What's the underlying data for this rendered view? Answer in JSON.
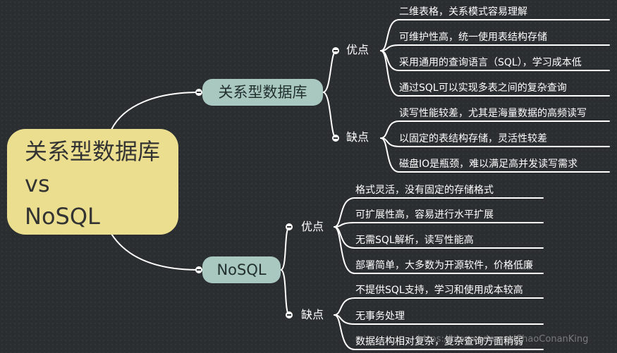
{
  "root": {
    "lines": [
      "关系型数据库",
      "vs",
      "NoSQL"
    ]
  },
  "branches": [
    {
      "label": "关系型数据库",
      "categories": [
        {
          "label": "优点",
          "items": [
            "二维表格，关系模式容易理解",
            "可维护性高，统一使用表结构存储",
            "采用通用的查询语言（SQL），学习成本低",
            "通过SQL可以实现多表之间的复杂查询"
          ]
        },
        {
          "label": "缺点",
          "items": [
            "读写性能较差，尤其是海量数据的高频读写",
            "以固定的表结构存储，灵活性较差",
            "磁盘IO是瓶颈，难以满足高并发读写需求"
          ]
        }
      ]
    },
    {
      "label": "NoSQL",
      "categories": [
        {
          "label": "优点",
          "items": [
            "格式灵活，没有固定的存储格式",
            "可扩展性高，容易进行水平扩展",
            "无需SQL解析，读写性能高",
            "部署简单，大多数为开源软件，价格低廉"
          ]
        },
        {
          "label": "缺点",
          "items": [
            "不提供SQL支持，学习和使用成本较高",
            "无事务处理",
            "数据结构相对复杂，复杂查询方面稍弱"
          ]
        }
      ]
    }
  ],
  "watermark": "https://blog.csdn.net/ChaoConanKing",
  "colors": {
    "background": "#2b2e30",
    "root": "#ebde8e",
    "branch": "#a9c8c0",
    "line": "#ffffff"
  }
}
